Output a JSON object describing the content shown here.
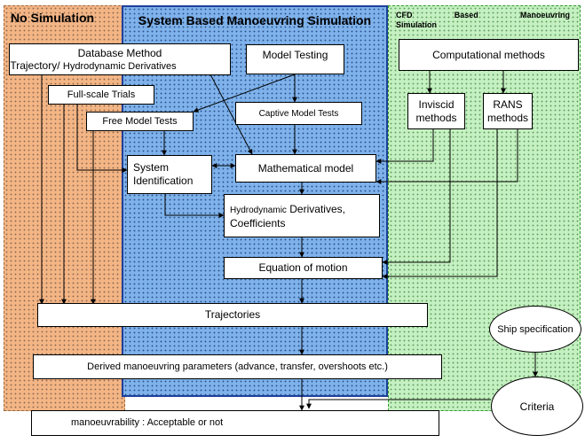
{
  "panels": {
    "no_simulation": "No Simulation",
    "system_based": "System Based Manoeuvring Simulation",
    "cfd_based_word1": "CFD",
    "cfd_based_word2": "Based",
    "cfd_based_word3": "Manoeuvring",
    "cfd_based_line2": "Simulation"
  },
  "boxes": {
    "database_method_line1": "Database Method",
    "database_method_line2a": "Trajectory/",
    "database_method_line2b": "Hydrodynamic Derivatives",
    "model_testing": "Model Testing",
    "computational_methods": "Computational methods",
    "full_scale_trials": "Full-scale Trials",
    "free_model_tests": "Free Model Tests",
    "captive_model_tests": "Captive Model Tests",
    "inviscid_line1": "Inviscid",
    "inviscid_line2": "methods",
    "rans_line1": "RANS",
    "rans_line2": "methods",
    "system_identification_line1": "System",
    "system_identification_line2": "Identification",
    "mathematical_model": "Mathematical model",
    "hydro_line1a": "Hydrodynamic",
    "hydro_line1b": "Derivatives,",
    "hydro_line2": "Coefficients",
    "equation_of_motion": "Equation of motion",
    "trajectories": "Trajectories",
    "ship_specification": "Ship specification",
    "derived_parameters": "Derived manoeuvring parameters (advance, transfer, overshoots etc.)",
    "criteria": "Criteria",
    "manoeuvrability": "manoeuvrability : Acceptable or not"
  },
  "colors": {
    "no_simulation_bg": "#f4b585",
    "system_based_bg": "#7fb2ea",
    "system_based_border": "#1f3f9a",
    "cfd_bg": "#c5f0c1",
    "cfd_border": "#2c9a2c",
    "arrow": "#000000"
  }
}
